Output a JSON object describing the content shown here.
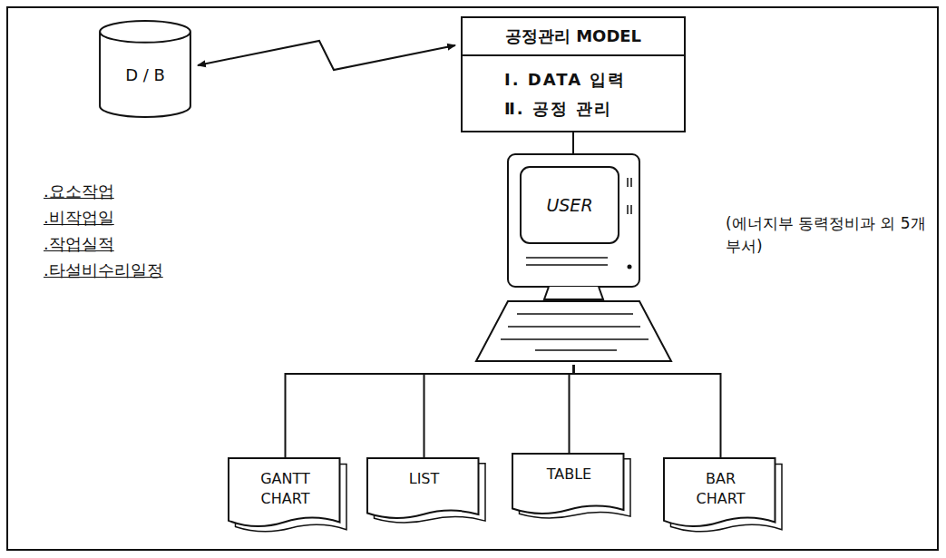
{
  "diagram": {
    "nodes": [
      {
        "text": [
          "D / B"
        ]
      },
      {
        "text": [
          "공정관리 MODEL",
          "Ⅰ. DATA 입력",
          "Ⅱ. 공정 관리"
        ]
      },
      {
        "text": [
          "USER"
        ]
      },
      {
        "text": [
          "GANTT CHART"
        ]
      },
      {
        "text": [
          "LIST"
        ]
      },
      {
        "text": [
          "TABLE"
        ]
      },
      {
        "text": [
          "BAR CHART"
        ]
      }
    ],
    "edges": [
      {
        "from": 0,
        "to": 1,
        "arrow": "both"
      },
      {
        "from": 1,
        "to": 2,
        "arrow": "none"
      },
      {
        "from": 2,
        "to": 3,
        "arrow": "none"
      },
      {
        "from": 2,
        "to": 4,
        "arrow": "none"
      },
      {
        "from": 2,
        "to": 5,
        "arrow": "none"
      },
      {
        "from": 2,
        "to": 6,
        "arrow": "none"
      }
    ],
    "labels": [
      ".요소작업",
      ".비작업일",
      ".작업실적",
      ".타설비수리일정",
      "(에너지부 동력정비과 외 5개부서)"
    ]
  }
}
